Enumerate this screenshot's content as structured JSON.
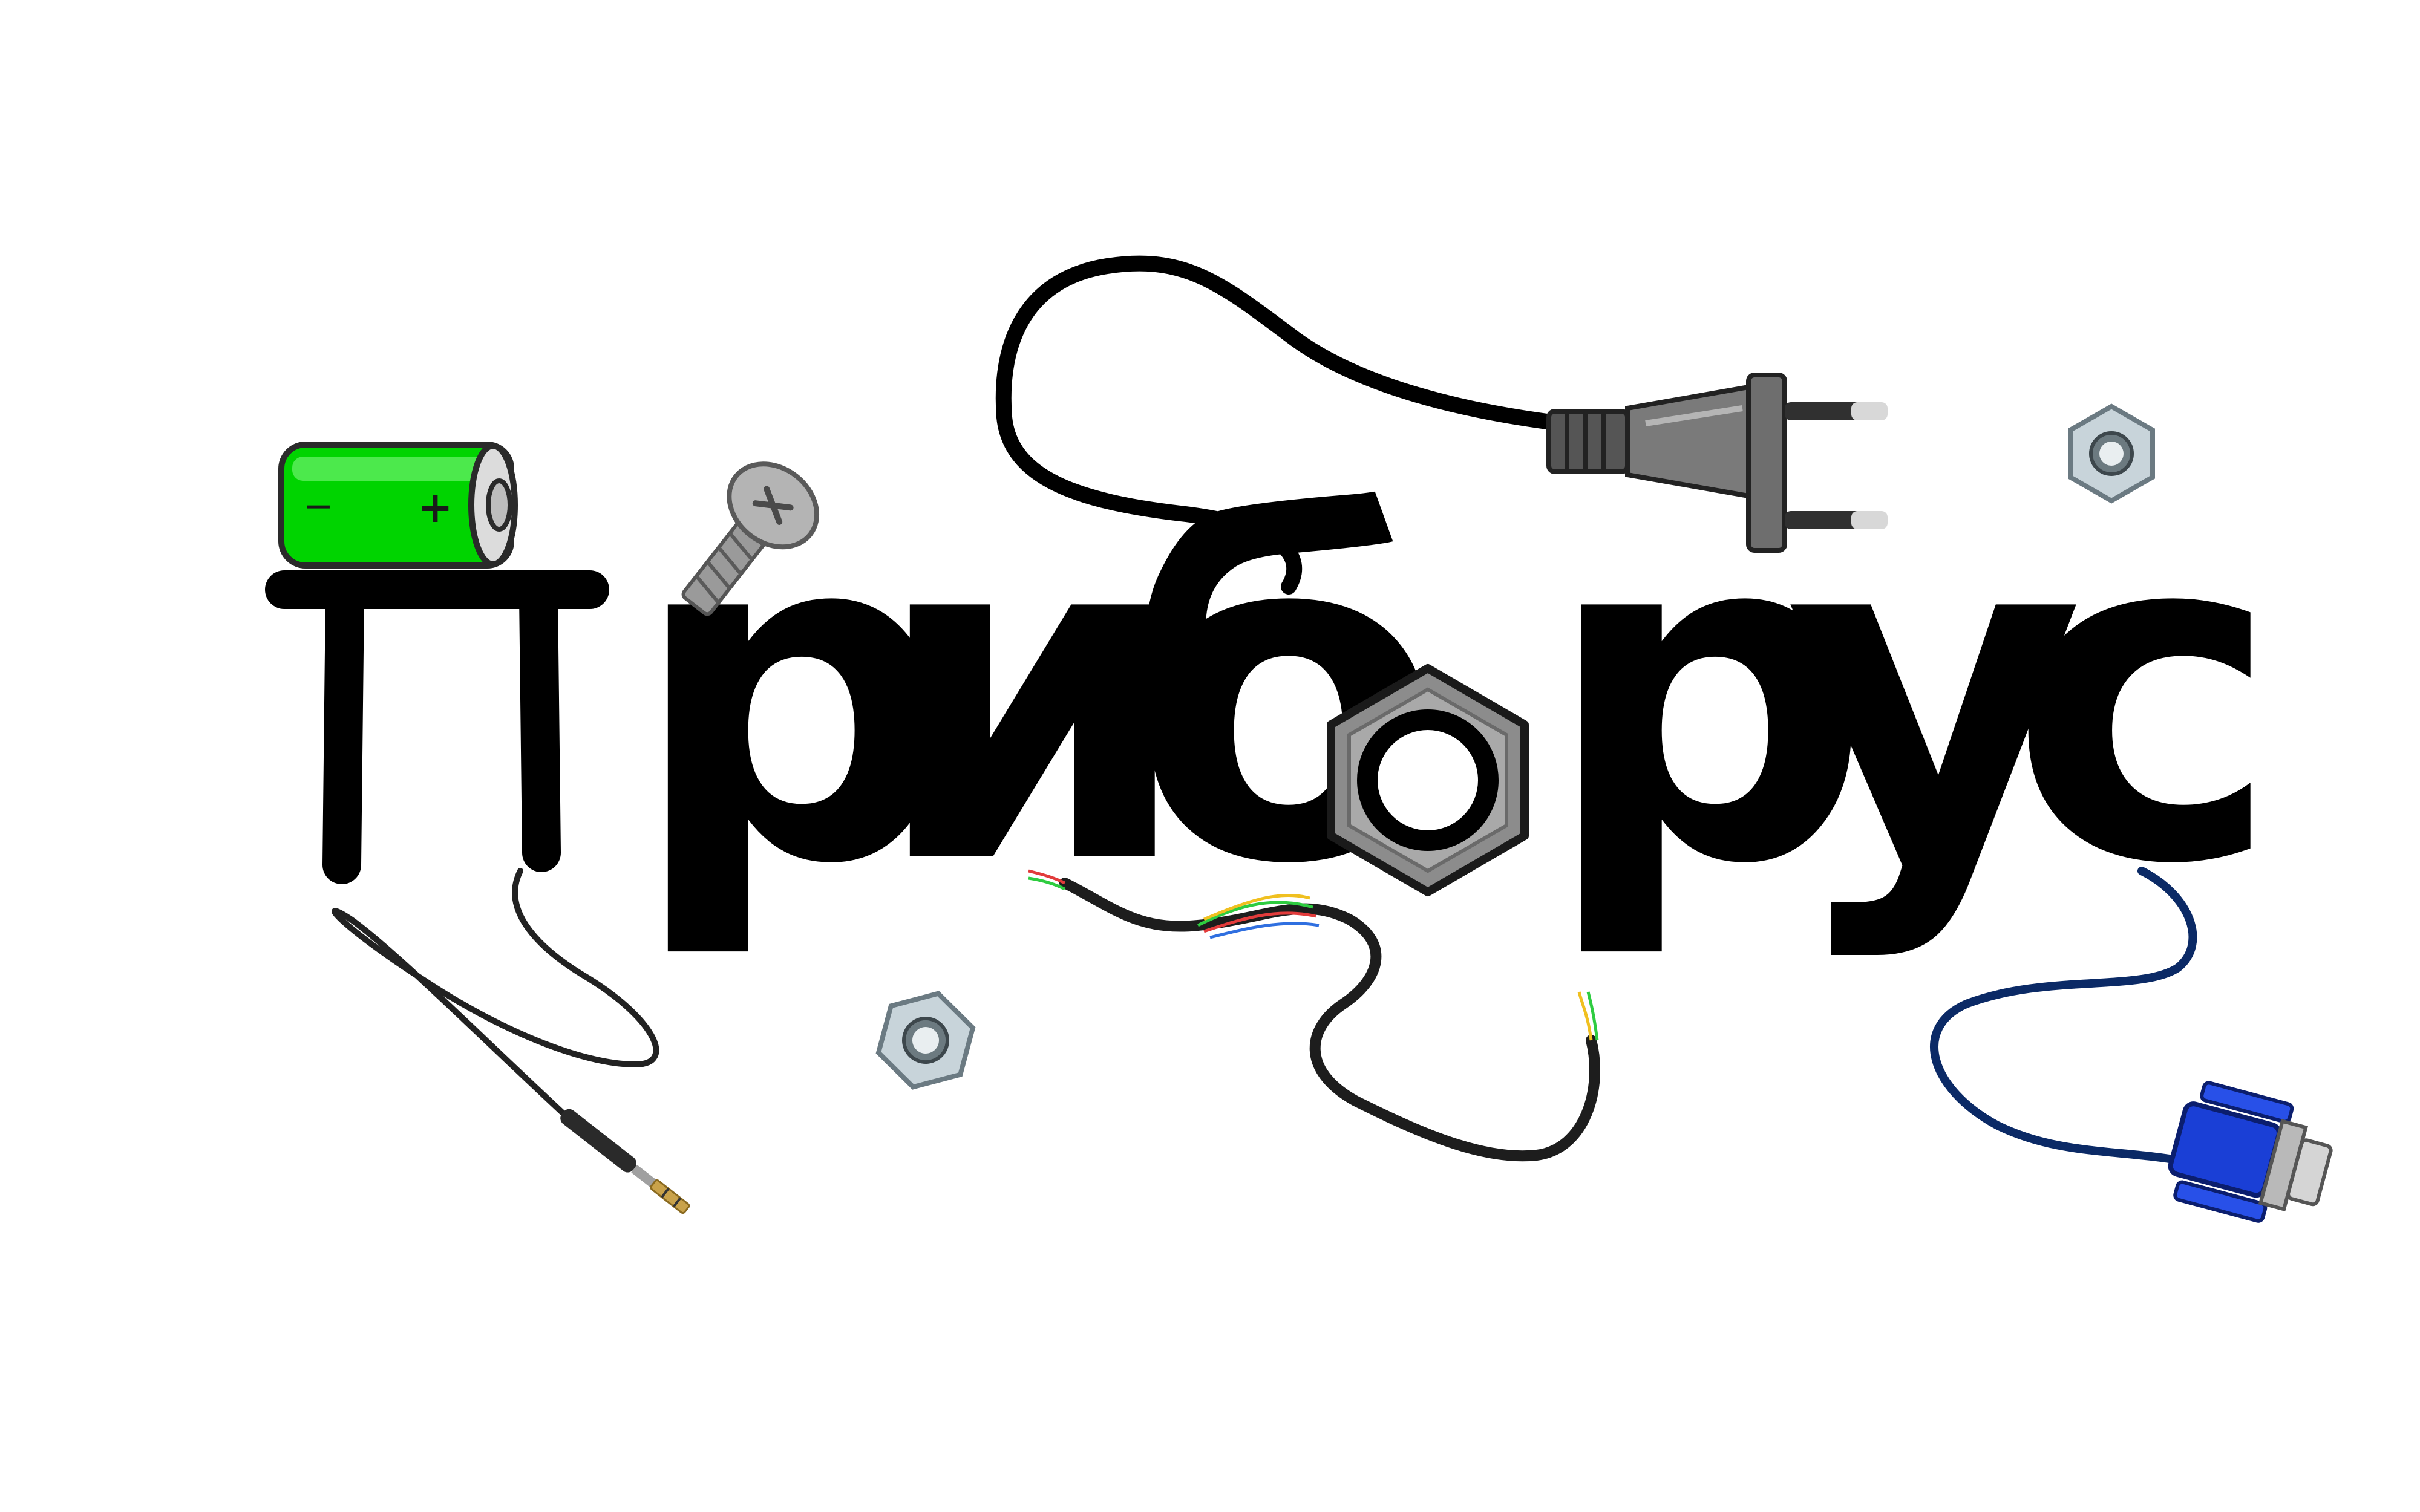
{
  "logo": {
    "word": "Приборус",
    "letters": [
      "П",
      "р",
      "и",
      "б",
      "о",
      "р",
      "у",
      "с"
    ],
    "colors": {
      "ink": "#000000",
      "battery_green": "#00d400",
      "battery_cap": "#d9d9d9",
      "metal_gray": "#8c8c8c",
      "metal_dark": "#4d4d4d",
      "plug_gray": "#6e6e6e",
      "vga_blue": "#1a3fd6",
      "vga_cable": "#0b2a66",
      "jack_gold": "#c9a24a",
      "nut_silver": "#c8d4da"
    },
    "battery": {
      "minus_sign": "−",
      "plus_sign": "+"
    }
  },
  "illustrations": [
    "battery-icon",
    "screw-icon",
    "power-plug-icon",
    "hex-nut-icon",
    "small-nut-icon",
    "small-nut-icon",
    "audio-jack-icon",
    "vga-connector-icon",
    "multicolor-wire-icon"
  ]
}
